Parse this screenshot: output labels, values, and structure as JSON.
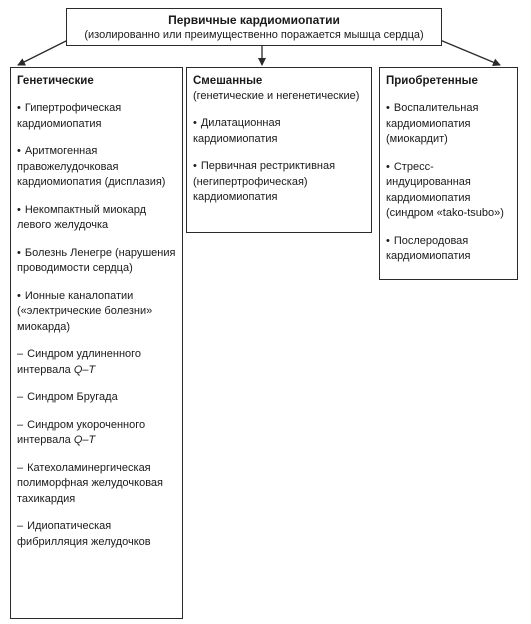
{
  "root": {
    "title": "Первичные кардиомиопатии",
    "subtitle": "(изолированно или преимущественно поражается мышца сердца)"
  },
  "columns": {
    "genetic": {
      "title": "Генетические",
      "items": [
        {
          "marker": "•",
          "text": "Гипертрофическая кардиомиопатия"
        },
        {
          "marker": "•",
          "text": "Аритмогенная правожелудочковая кардиомиопатия (дисплазия)"
        },
        {
          "marker": "•",
          "text": "Некомпактный миокард левого желудочка"
        },
        {
          "marker": "•",
          "text": "Болезнь Ленегре (нарушения проводимости сердца)"
        },
        {
          "marker": "•",
          "text": "Ионные каналопатии («электрические болезни» миокарда)"
        },
        {
          "marker": "–",
          "text": "Синдром удлиненного интервала ",
          "italic": "Q–T"
        },
        {
          "marker": "–",
          "text": "Синдром Бругада"
        },
        {
          "marker": "–",
          "text": "Синдром укороченного интервала ",
          "italic": "Q–T"
        },
        {
          "marker": "–",
          "text": "Катехоламинергическая полиморфная желудочковая тахикардия"
        },
        {
          "marker": "–",
          "text": "Идиопатическая фибрилляция желудочков"
        }
      ]
    },
    "mixed": {
      "title": "Смешанные",
      "subtitle": "(генетические и негенетические)",
      "items": [
        {
          "marker": "•",
          "text": "Дилатационная кардиомиопатия"
        },
        {
          "marker": "•",
          "text": "Первичная рестриктивная (негипертрофическая) кардиомиопатия"
        }
      ]
    },
    "acquired": {
      "title": "Приобретенные",
      "items": [
        {
          "marker": "•",
          "text": "Воспалительная кардиомиопатия (миокардит)"
        },
        {
          "marker": "•",
          "text": "Стресс-индуцированная кардиомиопатия (синдром «tako-tsubo»)"
        },
        {
          "marker": "•",
          "text": "Послеродовая кардиомиопатия"
        }
      ]
    }
  }
}
